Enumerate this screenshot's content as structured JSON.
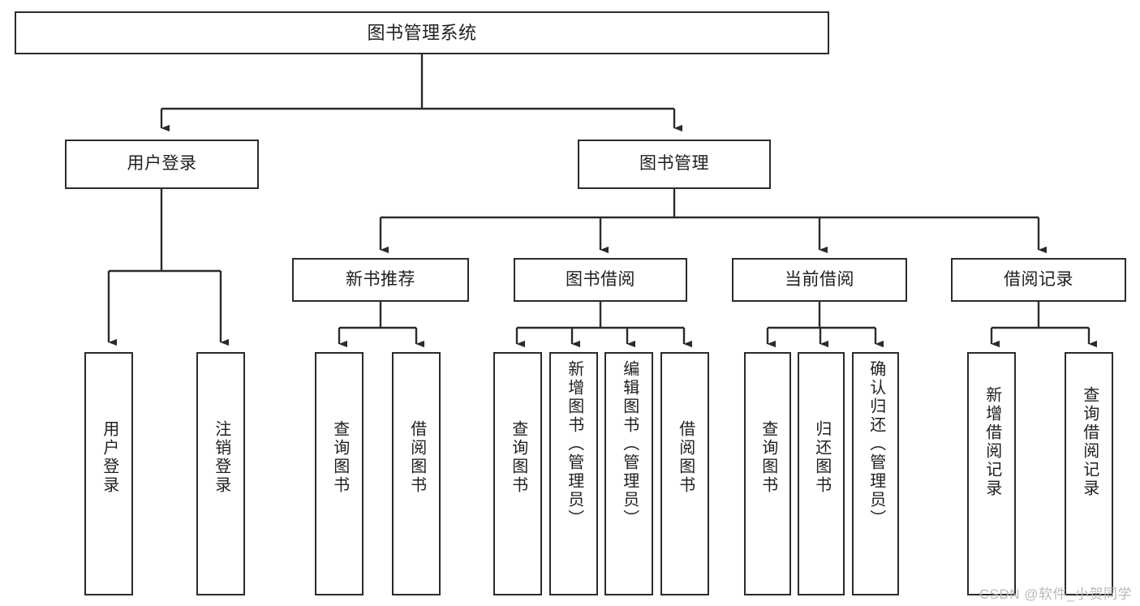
{
  "diagram": {
    "title": "图书管理系统",
    "type": "tree",
    "watermark": "CSDN @软件_小贺同学",
    "colors": {
      "box_border": "#2b2b2b",
      "box_fill": "#ffffff",
      "connector": "#2b2b2b",
      "text": "#1f1f1f",
      "watermark": "#b9b9b9",
      "background": "#ffffff"
    },
    "nodes": {
      "root": {
        "label": "图书管理系统"
      },
      "level1": [
        {
          "label": "用户登录"
        },
        {
          "label": "图书管理"
        }
      ],
      "level2": [
        {
          "label": "新书推荐"
        },
        {
          "label": "图书借阅"
        },
        {
          "label": "当前借阅"
        },
        {
          "label": "借阅记录"
        }
      ],
      "leaves_user_login": [
        {
          "label": "用户登录"
        },
        {
          "label": "注销登录"
        }
      ],
      "leaves_new_book": [
        {
          "label": "查询图书"
        },
        {
          "label": "借阅图书"
        }
      ],
      "leaves_borrow": [
        {
          "label": "查询图书"
        },
        {
          "label": "新增图书（管理员）"
        },
        {
          "label": "编辑图书（管理员）"
        },
        {
          "label": "借阅图书"
        }
      ],
      "leaves_current": [
        {
          "label": "查询图书"
        },
        {
          "label": "归还图书"
        },
        {
          "label": "确认归还（管理员）"
        }
      ],
      "leaves_record": [
        {
          "label": "新增借阅记录"
        },
        {
          "label": "查询借阅记录"
        }
      ]
    }
  }
}
